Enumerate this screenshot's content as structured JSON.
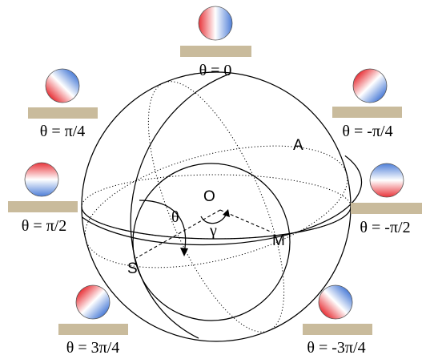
{
  "points": {
    "A": "A",
    "O": "O",
    "M": "M",
    "S": "S"
  },
  "angles": {
    "theta": "θ",
    "gamma": "γ"
  },
  "states": [
    {
      "label": "θ = 0"
    },
    {
      "label": "θ = -π/4"
    },
    {
      "label": "θ = -π/2"
    },
    {
      "label": "θ = -3π/4"
    },
    {
      "label": "θ = 3π/4"
    },
    {
      "label": "θ = π/2"
    },
    {
      "label": "θ = π/4"
    }
  ],
  "colors": {
    "red": "#e8343a",
    "blue": "#4f7fd8",
    "plate": "#c9bb9c"
  }
}
